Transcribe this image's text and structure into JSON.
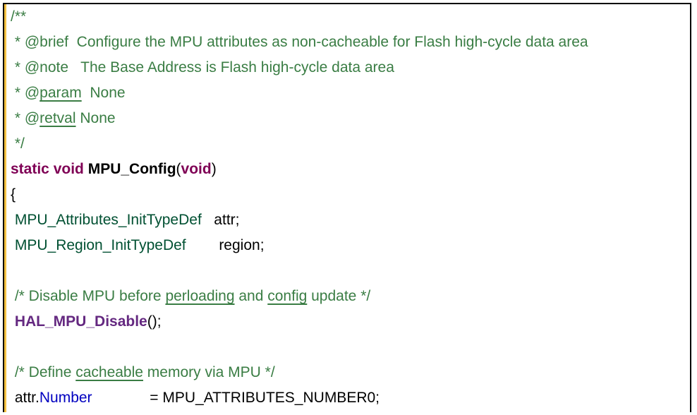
{
  "lines": [
    [
      {
        "t": "/**",
        "c": "c"
      }
    ],
    [
      {
        "t": " * @brief  Configure the MPU attributes as non-cacheable for Flash high-cycle data area",
        "c": "c"
      }
    ],
    [
      {
        "t": " * @note   The Base Address is Flash high-cycle data area",
        "c": "c"
      }
    ],
    [
      {
        "t": " * @",
        "c": "c"
      },
      {
        "t": "param",
        "c": "c u"
      },
      {
        "t": "  None",
        "c": "c"
      }
    ],
    [
      {
        "t": " * @",
        "c": "c"
      },
      {
        "t": "retval",
        "c": "c u"
      },
      {
        "t": " None",
        "c": "c"
      }
    ],
    [
      {
        "t": " */",
        "c": "c"
      }
    ],
    [
      {
        "t": "static void ",
        "c": "kw"
      },
      {
        "t": "MPU_Config",
        "c": "fn"
      },
      {
        "t": "(",
        "c": ""
      },
      {
        "t": "void",
        "c": "kw"
      },
      {
        "t": ")",
        "c": ""
      }
    ],
    [
      {
        "t": "{",
        "c": ""
      }
    ],
    [
      {
        "t": " ",
        "c": ""
      },
      {
        "t": "MPU_Attributes_InitTypeDef",
        "c": "ty"
      },
      {
        "t": "   attr;",
        "c": ""
      }
    ],
    [
      {
        "t": " ",
        "c": ""
      },
      {
        "t": "MPU_Region_InitTypeDef",
        "c": "ty"
      },
      {
        "t": "        region;",
        "c": ""
      }
    ],
    [
      {
        "t": "",
        "c": ""
      }
    ],
    [
      {
        "t": " /* Disable MPU before ",
        "c": "c"
      },
      {
        "t": "perloading",
        "c": "c u"
      },
      {
        "t": " and ",
        "c": "c"
      },
      {
        "t": "config",
        "c": "c u"
      },
      {
        "t": " update */",
        "c": "c"
      }
    ],
    [
      {
        "t": " ",
        "c": ""
      },
      {
        "t": "HAL_MPU_Disable",
        "c": "mac"
      },
      {
        "t": "();",
        "c": ""
      }
    ],
    [
      {
        "t": "",
        "c": ""
      }
    ],
    [
      {
        "t": " /* Define ",
        "c": "c"
      },
      {
        "t": "cacheable",
        "c": "c u"
      },
      {
        "t": " memory via MPU */",
        "c": "c"
      }
    ],
    [
      {
        "t": " attr.",
        "c": ""
      },
      {
        "t": "Number",
        "c": "fld"
      },
      {
        "t": "              = MPU_ATTRIBUTES_NUMBER0;",
        "c": ""
      }
    ]
  ]
}
